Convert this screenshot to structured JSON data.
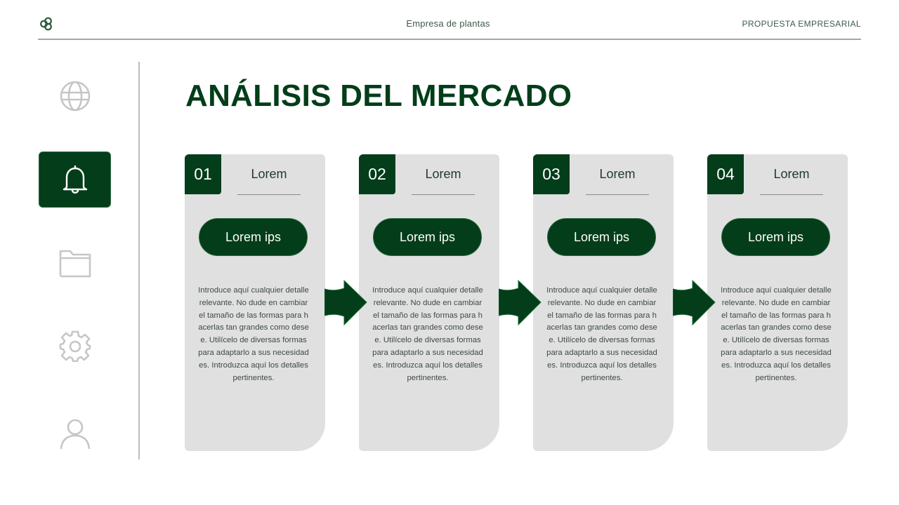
{
  "header": {
    "logo_icon": "three-circles-logo-icon",
    "company": "Empresa de plantas",
    "doc_type": "PROPUESTA EMPRESARIAL"
  },
  "sidebar": {
    "items": [
      {
        "icon": "globe-icon",
        "active": false
      },
      {
        "icon": "bell-icon",
        "active": true
      },
      {
        "icon": "folder-icon",
        "active": false
      },
      {
        "icon": "gear-icon",
        "active": false
      },
      {
        "icon": "user-icon",
        "active": false
      }
    ]
  },
  "main": {
    "title": "ANÁLISIS DEL MERCADO",
    "cards": [
      {
        "number": "01",
        "label": "Lorem",
        "button": "Lorem ips",
        "text": "Introduce aquí cualquier detalle relevante. No dude en cambiar el tamaño de las formas para hacerlas tan grandes como desee. Utilícelo de diversas formas para adaptarlo a sus necesidades. Introduzca aquí los detalles pertinentes."
      },
      {
        "number": "02",
        "label": "Lorem",
        "button": "Lorem ips",
        "text": "Introduce aquí cualquier detalle relevante. No dude en cambiar el tamaño de las formas para hacerlas tan grandes como desee. Utilícelo de diversas formas para adaptarlo a sus necesidades. Introduzca aquí los detalles pertinentes."
      },
      {
        "number": "03",
        "label": "Lorem",
        "button": "Lorem ips",
        "text": "Introduce aquí cualquier detalle relevante. No dude en cambiar el tamaño de las formas para hacerlas tan grandes como desee. Utilícelo de diversas formas para adaptarlo a sus necesidades. Introduzca aquí los detalles pertinentes."
      },
      {
        "number": "04",
        "label": "Lorem",
        "button": "Lorem ips",
        "text": "Introduce aquí cualquier detalle relevante. No dude en cambiar el tamaño de las formas para hacerlas tan grandes como desee. Utilícelo de diversas formas para adaptarlo a sus necesidades. Introduzca aquí los detalles pertinentes."
      }
    ],
    "connectors": [
      "arrow-right-icon",
      "arrow-right-icon",
      "arrow-right-icon"
    ]
  },
  "colors": {
    "primary": "#033d19",
    "card_bg": "#e0e0e1",
    "icon_inactive": "#c4c7c5",
    "text_muted": "#3f5a4a"
  }
}
